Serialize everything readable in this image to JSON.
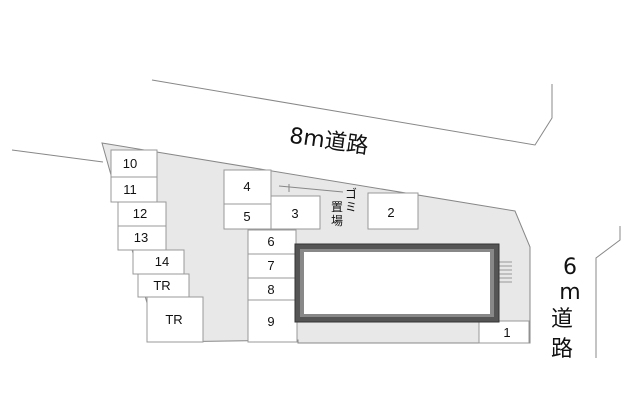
{
  "roads": {
    "top": "8m道路",
    "right_number": "6",
    "right_unit": "m",
    "right_char1": "道",
    "right_char2": "路"
  },
  "garbage": {
    "chars": [
      "ゴ",
      "ミ",
      "置",
      "場"
    ]
  },
  "slots": {
    "s1": "1",
    "s2": "2",
    "s3": "3",
    "s4": "4",
    "s5": "5",
    "s6": "6",
    "s7": "7",
    "s8": "8",
    "s9": "9",
    "s10": "10",
    "s11": "11",
    "s12": "12",
    "s13": "13",
    "s14": "14",
    "tr1": "TR",
    "tr2": "TR"
  },
  "colors": {
    "lot_fill": "#e8e8e8",
    "line": "#888888",
    "building": "#555555"
  }
}
